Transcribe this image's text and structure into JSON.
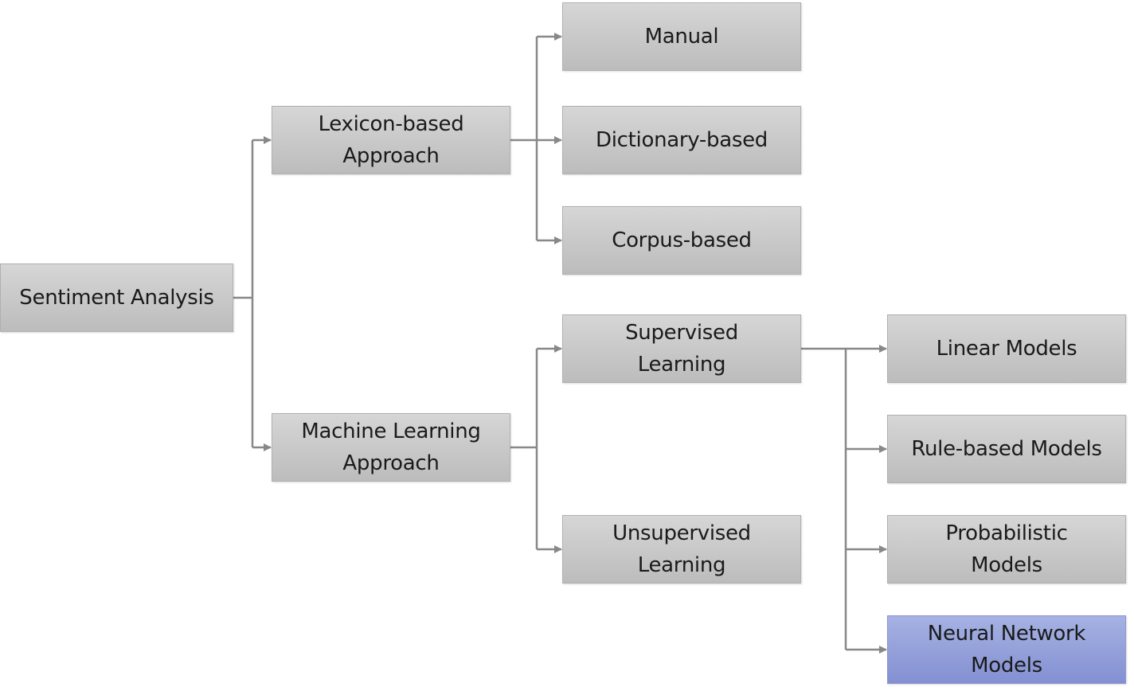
{
  "nodes": {
    "root": "Sentiment Analysis",
    "lexicon": "Lexicon-based\nApproach",
    "ml": "Machine Learning\nApproach",
    "manual": "Manual",
    "dictionary": "Dictionary-based",
    "corpus": "Corpus-based",
    "supervised": "Supervised\nLearning",
    "unsupervised": "Unsupervised\nLearning",
    "linear": "Linear Models",
    "rule": "Rule-based Models",
    "probabilistic": "Probabilistic\nModels",
    "neural": "Neural Network\nModels"
  },
  "colors": {
    "box": "#c9c9c9",
    "highlight": "#95a1da",
    "line": "#888888"
  }
}
